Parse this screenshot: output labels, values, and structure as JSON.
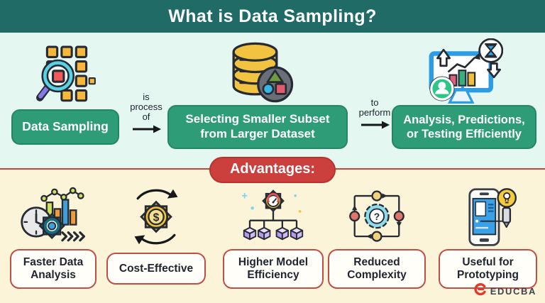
{
  "header": {
    "title": "What is Data Sampling?"
  },
  "flow": {
    "nodes": [
      {
        "label": "Data Sampling",
        "icon": "magnifier-grid-icon"
      },
      {
        "label": "Selecting Smaller Subset from Larger Dataset",
        "icon": "database-shapes-icon"
      },
      {
        "label": "Analysis, Predictions, or Testing Efficiently",
        "icon": "monitor-chart-icon"
      }
    ],
    "connectors": [
      {
        "label": "is process of"
      },
      {
        "label": "to perform"
      }
    ]
  },
  "advantages": {
    "badge": "Advantages:",
    "items": [
      {
        "label": "Faster Data Analysis",
        "icon": "clock-gear-chart-icon"
      },
      {
        "label": "Cost-Effective",
        "icon": "dollar-gear-cycle-icon"
      },
      {
        "label": "Higher Model Efficiency",
        "icon": "gauge-gear-cubes-icon"
      },
      {
        "label": "Reduced Complexity",
        "icon": "network-question-icon"
      },
      {
        "label": "Useful for Prototyping",
        "icon": "phone-bulb-icon"
      }
    ]
  },
  "footer": {
    "brand": "EDUCBA"
  },
  "colors": {
    "header_teal": "#206B66",
    "top_bg": "#E4F7F0",
    "bottom_bg": "#FBF4D9",
    "node_green": "#2F9C78",
    "accent_red": "#CB3F3C",
    "outline_dark": "#262B33",
    "text_dark": "#20252E"
  }
}
